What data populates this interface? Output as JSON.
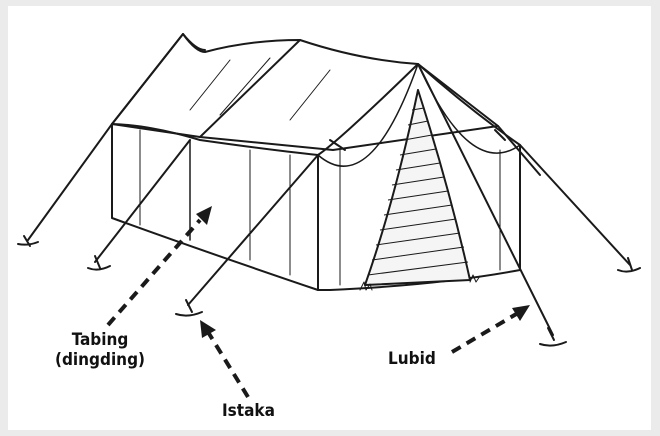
{
  "labels": {
    "tabing_line1": "Tabing",
    "tabing_line2": "(dingding)",
    "istaka": "Istaka",
    "lubid": "Lubid"
  },
  "colors": {
    "ink": "#1a1a1a",
    "background": "#ebebeb",
    "panel": "#ffffff"
  }
}
